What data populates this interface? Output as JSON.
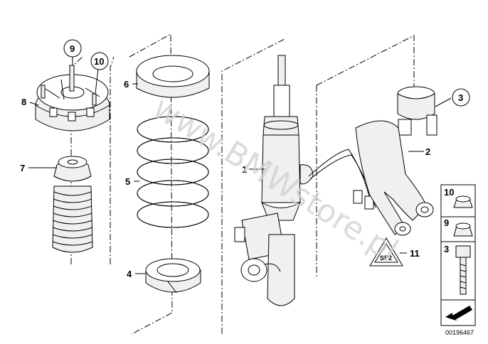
{
  "callouts": {
    "c1": "1",
    "c2": "2",
    "c3": "3",
    "c4": "4",
    "c5": "5",
    "c6": "6",
    "c7": "7",
    "c8": "8",
    "c9": "9",
    "c10": "10",
    "c11": "11"
  },
  "legend": {
    "item10": "10",
    "item9": "9",
    "item3": "3"
  },
  "warning_sign_text": "SP2",
  "watermark": "www.BMWstore.pl",
  "diagram_id": "00196467"
}
